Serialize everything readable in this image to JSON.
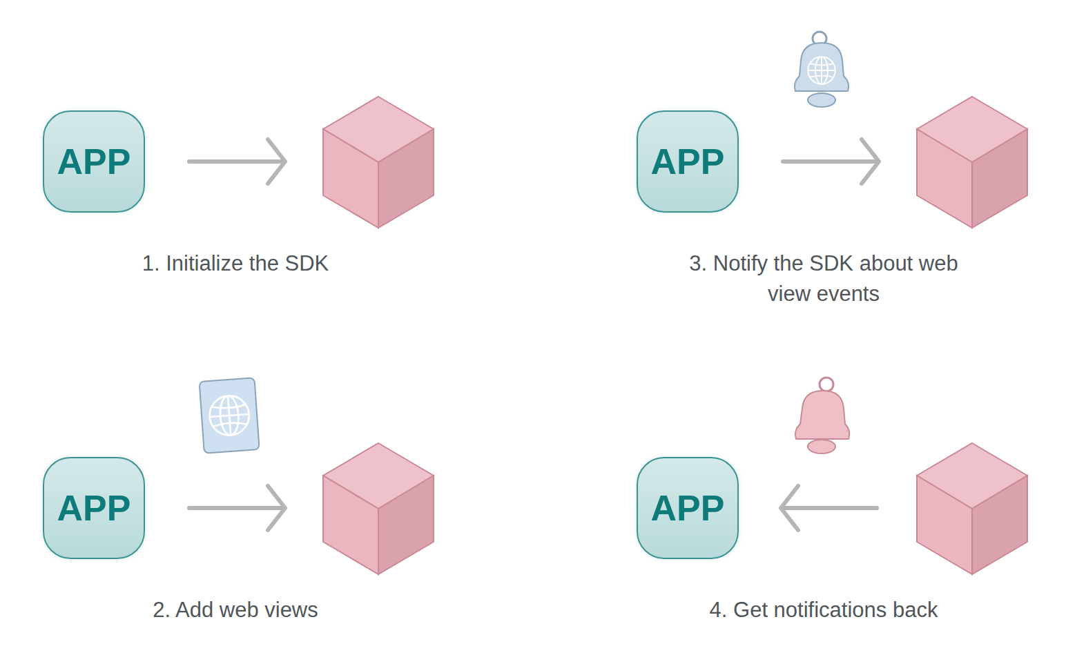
{
  "diagram": {
    "nodes": [
      {
        "text": [
          "APP"
        ]
      },
      {
        "text": [
          "APP"
        ]
      },
      {
        "text": [
          "APP"
        ]
      },
      {
        "text": [
          "APP"
        ]
      }
    ],
    "labels": [
      "1. Initialize the SDK",
      "3. Notify the SDK about web view events",
      "2. Add web views",
      "4. Get notifications back"
    ]
  }
}
